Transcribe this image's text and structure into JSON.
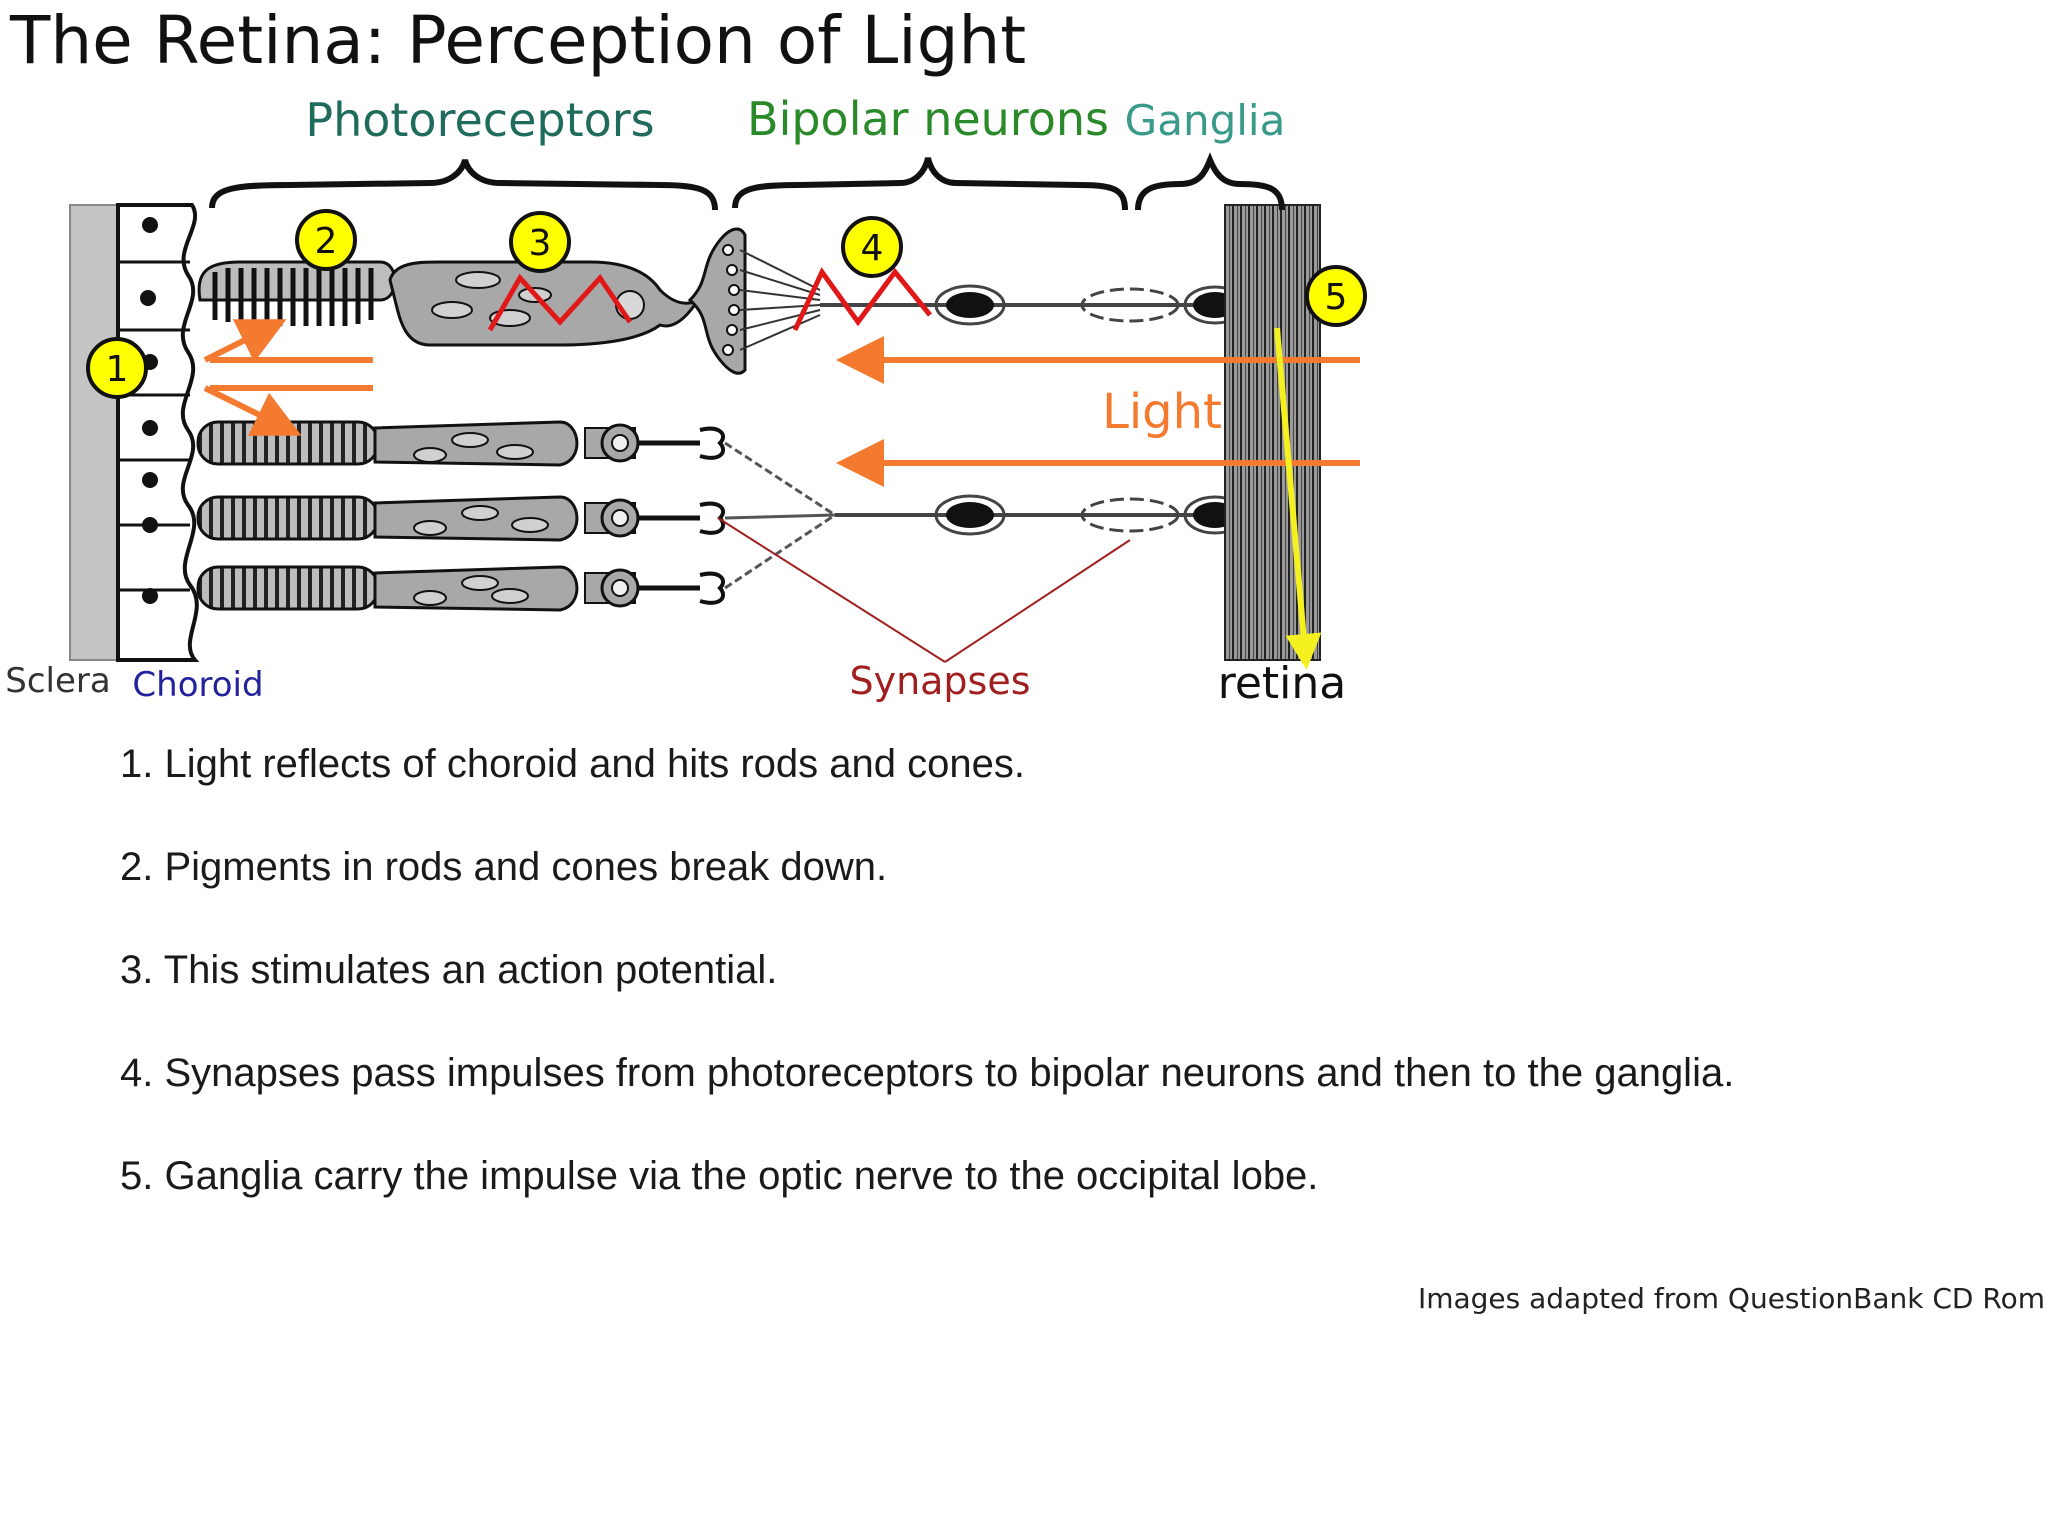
{
  "title": "The Retina: Perception of Light",
  "labels": {
    "photoreceptors": "Photoreceptors",
    "bipolar": "Bipolar neurons",
    "ganglia": "Ganglia",
    "light": "Light",
    "sclera": "Sclera",
    "choroid": "Choroid",
    "synapses": "Synapses",
    "retina": "retina"
  },
  "markers": [
    "1",
    "2",
    "3",
    "4",
    "5"
  ],
  "steps": [
    "1. Light reflects of choroid and hits rods and cones.",
    "2. Pigments in rods and cones break down.",
    "3. This stimulates an action potential.",
    "4. Synapses pass impulses from photoreceptors to bipolar neurons and then to the ganglia.",
    "5. Ganglia carry the impulse via the optic nerve to the occipital lobe."
  ],
  "credit": "Images adapted from QuestionBank CD Rom",
  "colors": {
    "photoreceptors": "#1f6b5c",
    "bipolar": "#2a8a2a",
    "ganglia": "#3a9a8a",
    "light": "#f47a30",
    "choroid": "#22229a",
    "synapses": "#a02020",
    "marker_fill": "#ffff00",
    "impulse": "#e01818",
    "ganglion_arrow": "#f5f020"
  }
}
